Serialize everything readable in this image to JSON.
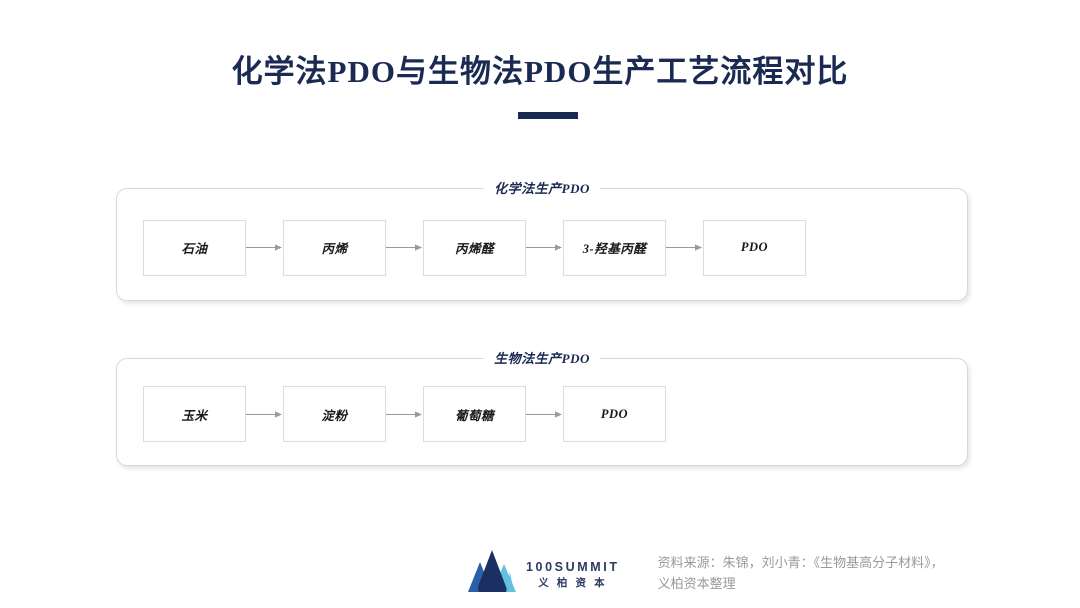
{
  "slide": {
    "title": "化学法PDO与生物法PDO生产工艺流程对比",
    "accent_color": "#1b2a52",
    "background": "#ffffff"
  },
  "sections": [
    {
      "id": "chemical",
      "caption": "化学法生产PDO",
      "steps": [
        {
          "label": "石油"
        },
        {
          "label": "丙烯"
        },
        {
          "label": "丙烯醛"
        },
        {
          "label": "3-羟基丙醛"
        },
        {
          "label": "PDO"
        }
      ]
    },
    {
      "id": "bio",
      "caption": "生物法生产PDO",
      "steps": [
        {
          "label": "玉米"
        },
        {
          "label": "淀粉"
        },
        {
          "label": "葡萄糖"
        },
        {
          "label": "PDO"
        }
      ]
    }
  ],
  "footer": {
    "logo": {
      "name": "100SUMMIT",
      "sub": "义 柏 资 本",
      "colors": {
        "peak_dark": "#1b2f63",
        "peak_mid": "#2b5fa8",
        "peak_light": "#63c0de"
      }
    },
    "source_line1": "资料来源：朱锦，刘小青：《生物基高分子材料》，",
    "source_line2": "义柏资本整理"
  }
}
